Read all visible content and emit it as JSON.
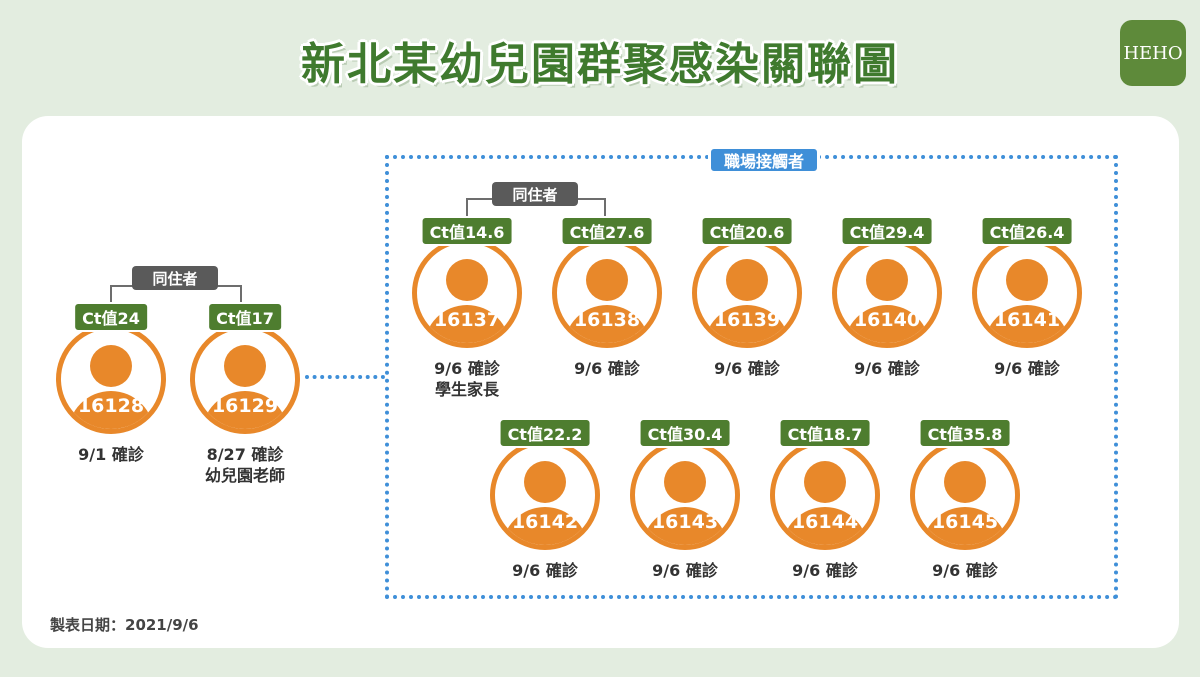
{
  "title": "新北某幼兒園群聚感染關聯圖",
  "logo": "HEHO",
  "workplace_label": "職場接觸者",
  "cohabit_label": "同住者",
  "footer": "製表日期：2021/9/6",
  "colors": {
    "accent": "#e8882a",
    "ct_tag": "#4e7d2f",
    "link": "#3f8fd8",
    "title": "#3f7a2e"
  },
  "people": [
    {
      "id": "16128",
      "ct": "Ct值24",
      "line1": "9/1 確診",
      "line2": ""
    },
    {
      "id": "16129",
      "ct": "Ct值17",
      "line1": "8/27 確診",
      "line2": "幼兒園老師"
    },
    {
      "id": "16137",
      "ct": "Ct值14.6",
      "line1": "9/6 確診",
      "line2": "學生家長"
    },
    {
      "id": "16138",
      "ct": "Ct值27.6",
      "line1": "9/6 確診",
      "line2": ""
    },
    {
      "id": "16139",
      "ct": "Ct值20.6",
      "line1": "9/6 確診",
      "line2": ""
    },
    {
      "id": "16140",
      "ct": "Ct值29.4",
      "line1": "9/6 確診",
      "line2": ""
    },
    {
      "id": "16141",
      "ct": "Ct值26.4",
      "line1": "9/6 確診",
      "line2": ""
    },
    {
      "id": "16142",
      "ct": "Ct值22.2",
      "line1": "9/6 確診",
      "line2": ""
    },
    {
      "id": "16143",
      "ct": "Ct值30.4",
      "line1": "9/6 確診",
      "line2": ""
    },
    {
      "id": "16144",
      "ct": "Ct值18.7",
      "line1": "9/6 確診",
      "line2": ""
    },
    {
      "id": "16145",
      "ct": "Ct值35.8",
      "line1": "9/6 確診",
      "line2": ""
    }
  ]
}
